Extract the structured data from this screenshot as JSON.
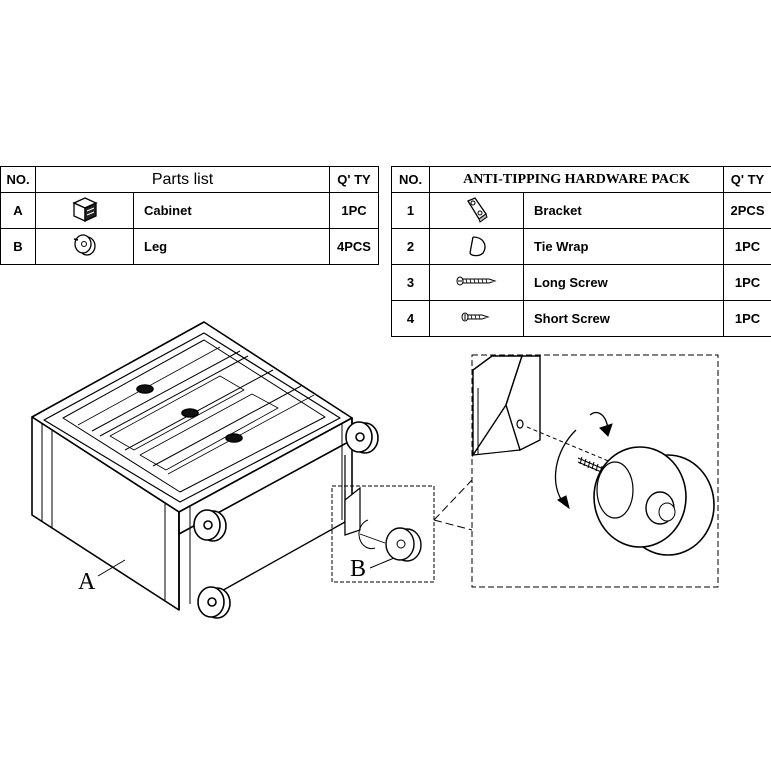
{
  "parts_table": {
    "headers": {
      "no": "NO.",
      "title": "Parts list",
      "qty": "Q' TY"
    },
    "rows": [
      {
        "no": "A",
        "icon": "cabinet-icon",
        "name": "Cabinet",
        "qty": "1PC"
      },
      {
        "no": "B",
        "icon": "leg-icon",
        "name": "Leg",
        "qty": "4PCS"
      }
    ]
  },
  "hardware_table": {
    "headers": {
      "no": "NO.",
      "title": "ANTI-TIPPING HARDWARE  PACK",
      "qty": "Q' TY"
    },
    "rows": [
      {
        "no": "1",
        "icon": "bracket-icon",
        "name": "Bracket",
        "qty": "2PCS"
      },
      {
        "no": "2",
        "icon": "tie-wrap-icon",
        "name": "Tie Wrap",
        "qty": "1PC"
      },
      {
        "no": "3",
        "icon": "long-screw-icon",
        "name": "Long Screw",
        "qty": "1PC"
      },
      {
        "no": "4",
        "icon": "short-screw-icon",
        "name": "Short Screw",
        "qty": "1PC"
      }
    ]
  },
  "diagram": {
    "label_a": "A",
    "label_b": "B"
  }
}
